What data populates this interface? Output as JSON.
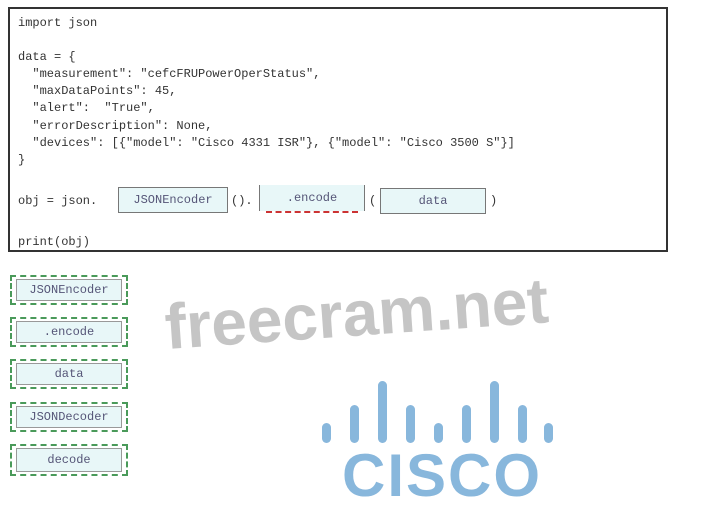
{
  "code": {
    "lines": [
      "import json",
      "data = {",
      "  \"measurement\": \"cefcFRUPowerOperStatus\",",
      "  \"maxDataPoints\": 45,",
      "  \"alert\":  \"True\",",
      "  \"errorDescription\": None,",
      "  \"devices\": [{\"model\": \"Cisco 4331 ISR\"}, {\"model\": \"Cisco 3500 S\"}]",
      "}",
      "print(obj)"
    ],
    "obj_prefix": "obj = json.",
    "paren1": "().",
    "paren2": "(",
    "paren3": ")",
    "drop_targets": [
      "JSONEncoder",
      ".encode",
      "data"
    ]
  },
  "options": [
    "JSONEncoder",
    ".encode",
    "data",
    "JSONDecoder",
    "decode"
  ],
  "watermark": "freecram.net",
  "logo": {
    "text": "CISCO",
    "color": "#88b7dc"
  }
}
